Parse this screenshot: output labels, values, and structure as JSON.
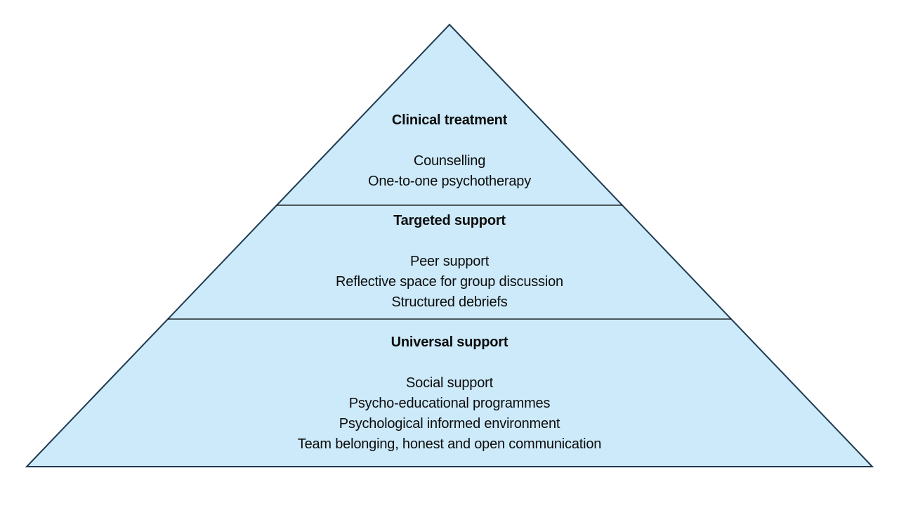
{
  "diagram": {
    "type": "pyramid",
    "colors": {
      "fill": "#cdeafa",
      "outline": "#1e3a50",
      "divider": "#000000",
      "text": "#0d0d0d"
    },
    "tiers": [
      {
        "title": "Clinical treatment",
        "items": [
          "Counselling",
          "One-to-one psychotherapy"
        ]
      },
      {
        "title": "Targeted support",
        "items": [
          "Peer support",
          "Reflective space for group discussion",
          "Structured debriefs"
        ]
      },
      {
        "title": "Universal support",
        "items": [
          "Social support",
          "Psycho-educational programmes",
          "Psychological informed environment",
          "Team belonging, honest and open communication"
        ]
      }
    ]
  }
}
